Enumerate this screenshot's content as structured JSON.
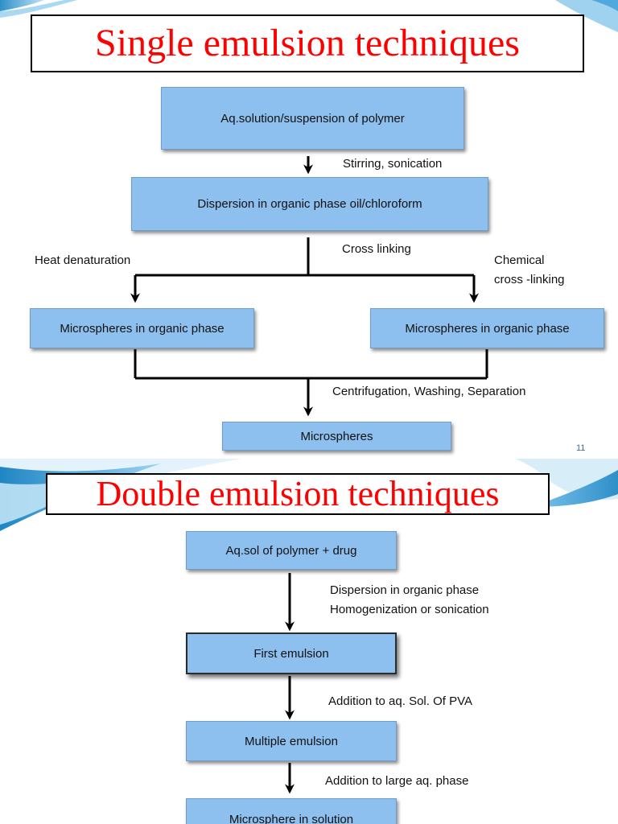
{
  "slides": [
    {
      "title": "Single emulsion techniques",
      "nodes": {
        "aq_solution": "Aq.solution/suspension of polymer",
        "dispersion": "Dispersion in organic phase oil/chloroform",
        "micro_left": "Microspheres in organic phase",
        "micro_right": "Microspheres in organic phase",
        "microspheres": "Microspheres"
      },
      "labels": {
        "stirring": "Stirring, sonication",
        "cross_linking": "Cross linking",
        "heat_denaturation": "Heat denaturation",
        "chemical_line1": "Chemical",
        "chemical_line2": "cross -linking",
        "centrifugation": "Centrifugation, Washing, Separation"
      },
      "page_number": "11"
    },
    {
      "title": "Double emulsion techniques",
      "nodes": {
        "aq_sol": "Aq.sol of polymer + drug",
        "first_emulsion": "First emulsion",
        "multiple_emulsion": "Multiple emulsion",
        "microsphere_solution": "Microsphere in solution"
      },
      "labels": {
        "dispersion_line1": "Dispersion in organic phase",
        "dispersion_line2": "Homogenization or sonication",
        "addition_pva": "Addition to aq. Sol. Of  PVA",
        "addition_large": "Addition to large aq. phase"
      }
    }
  ],
  "colors": {
    "title_text": "#ff0000",
    "node_fill": "#8dc0ee",
    "decor": "#5fb3e3"
  }
}
